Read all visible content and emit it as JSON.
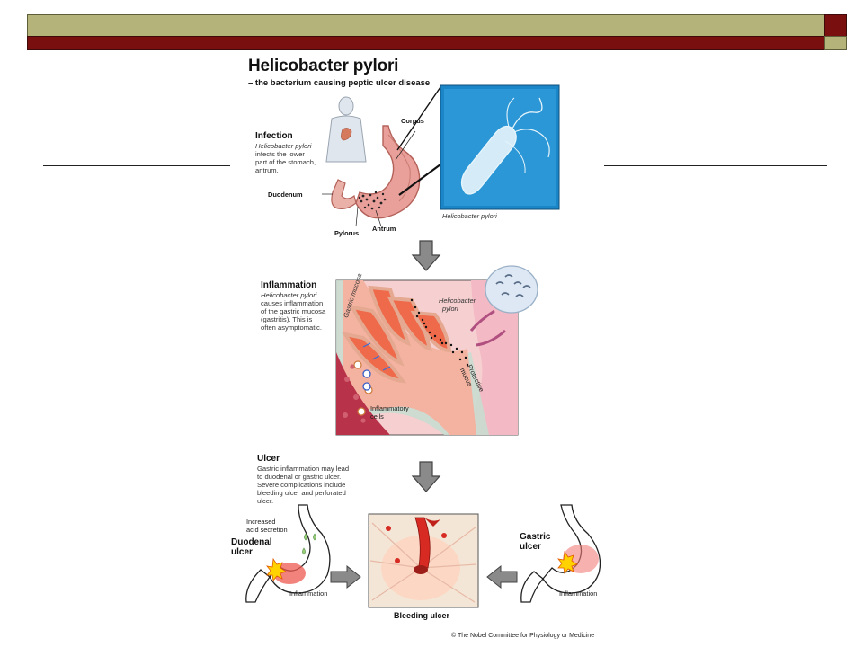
{
  "header": {
    "title": "Helicobacter pylori",
    "subtitle": "– the bacterium causing peptic ulcer disease"
  },
  "infection": {
    "heading": "Infection",
    "text": [
      "Helicobacter pylori",
      "infects the lower",
      "part of the stomach,",
      "antrum."
    ],
    "labels": {
      "corpus": "Corpus",
      "duodenum": "Duodenum",
      "pylorus": "Pylorus",
      "antrum": "Antrum"
    },
    "micrograph_caption": "Helicobacter pylori"
  },
  "inflammation": {
    "heading": "Inflammation",
    "text": [
      "Helicobacter pylori",
      "causes inflammation",
      "of the gastric mucosa",
      "(gastritis). This is",
      "often asymptomatic."
    ],
    "labels": {
      "gastric_mucosa": "Gastric mucosa",
      "hp_line1": "Helicobacter",
      "hp_line2": "pylori",
      "protective_line1": "Protective",
      "protective_line2": "mucus",
      "inflam_line1": "Inflammatory",
      "inflam_line2": "cells"
    }
  },
  "ulcer": {
    "heading": "Ulcer",
    "text": [
      "Gastric inflammation may lead",
      "to duodenal or gastric ulcer.",
      "Severe complications include",
      "bleeding ulcer and perforated",
      "ulcer."
    ],
    "labels": {
      "increased_line1": "Increased",
      "increased_line2": "acid secretion",
      "duodenal_line1": "Duodenal",
      "duodenal_line2": "ulcer",
      "inflammation_left": "Inflammation",
      "gastric_line1": "Gastric",
      "gastric_line2": "ulcer",
      "inflammation_right": "Inflammation",
      "bleeding": "Bleeding ulcer"
    }
  },
  "footer": {
    "copyright": "© The Nobel Committee for Physiology or Medicine"
  },
  "colors": {
    "olive": "#b3b37a",
    "maroon": "#7a0f0f",
    "micrograph_blue": "#1a86c8",
    "arrow_gray": "#8a8a8a"
  }
}
